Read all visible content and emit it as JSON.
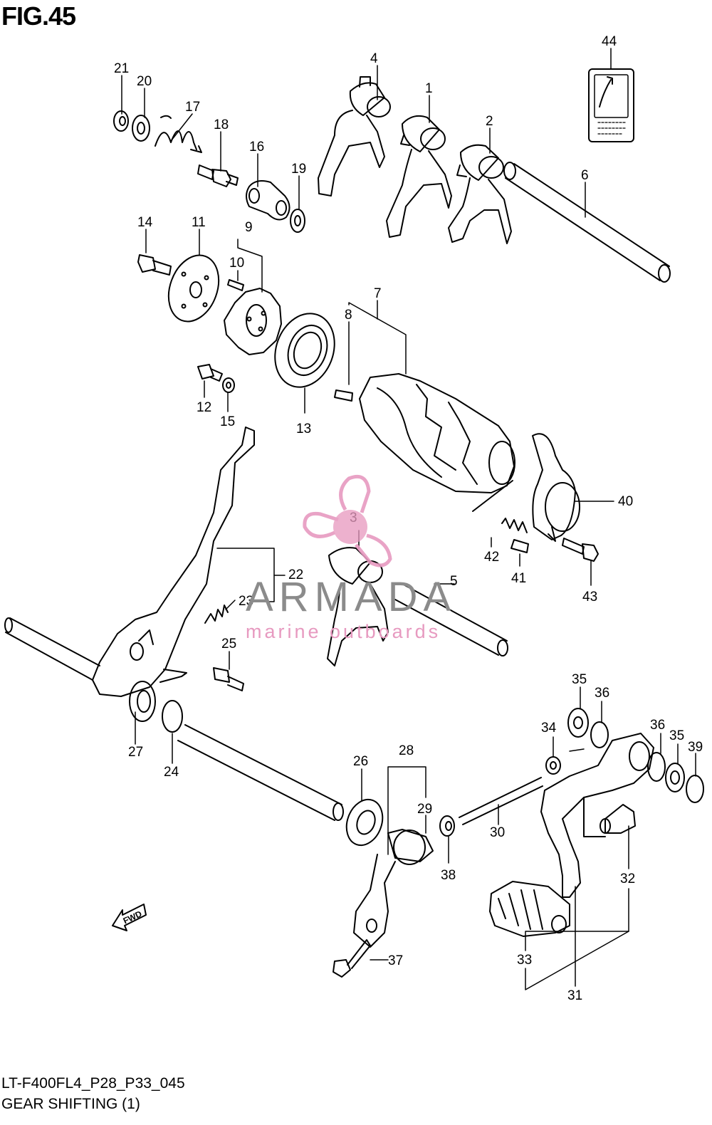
{
  "figure_title": "FIG.45",
  "footer": {
    "model_code": "LT-F400FL4_P28_P33_045",
    "section_name": "GEAR SHIFTING (1)"
  },
  "watermark": {
    "brand": "ARMADA",
    "tagline": "marine outboards",
    "icon": "propeller-logo-icon"
  },
  "direction_badge": {
    "label": "FWD",
    "icon": "direction-arrow-icon"
  },
  "part_numbers": [
    "1",
    "2",
    "3",
    "4",
    "5",
    "6",
    "7",
    "8",
    "9",
    "10",
    "11",
    "12",
    "13",
    "14",
    "15",
    "16",
    "17",
    "18",
    "19",
    "20",
    "21",
    "22",
    "23",
    "24",
    "25",
    "26",
    "27",
    "28",
    "29",
    "30",
    "31",
    "32",
    "33",
    "34",
    "35",
    "36",
    "37",
    "38",
    "39",
    "40",
    "41",
    "42",
    "43",
    "44"
  ],
  "colors": {
    "line": "#000000",
    "watermark_text": "#8b8b8b",
    "watermark_accent": "#e79ac0"
  }
}
